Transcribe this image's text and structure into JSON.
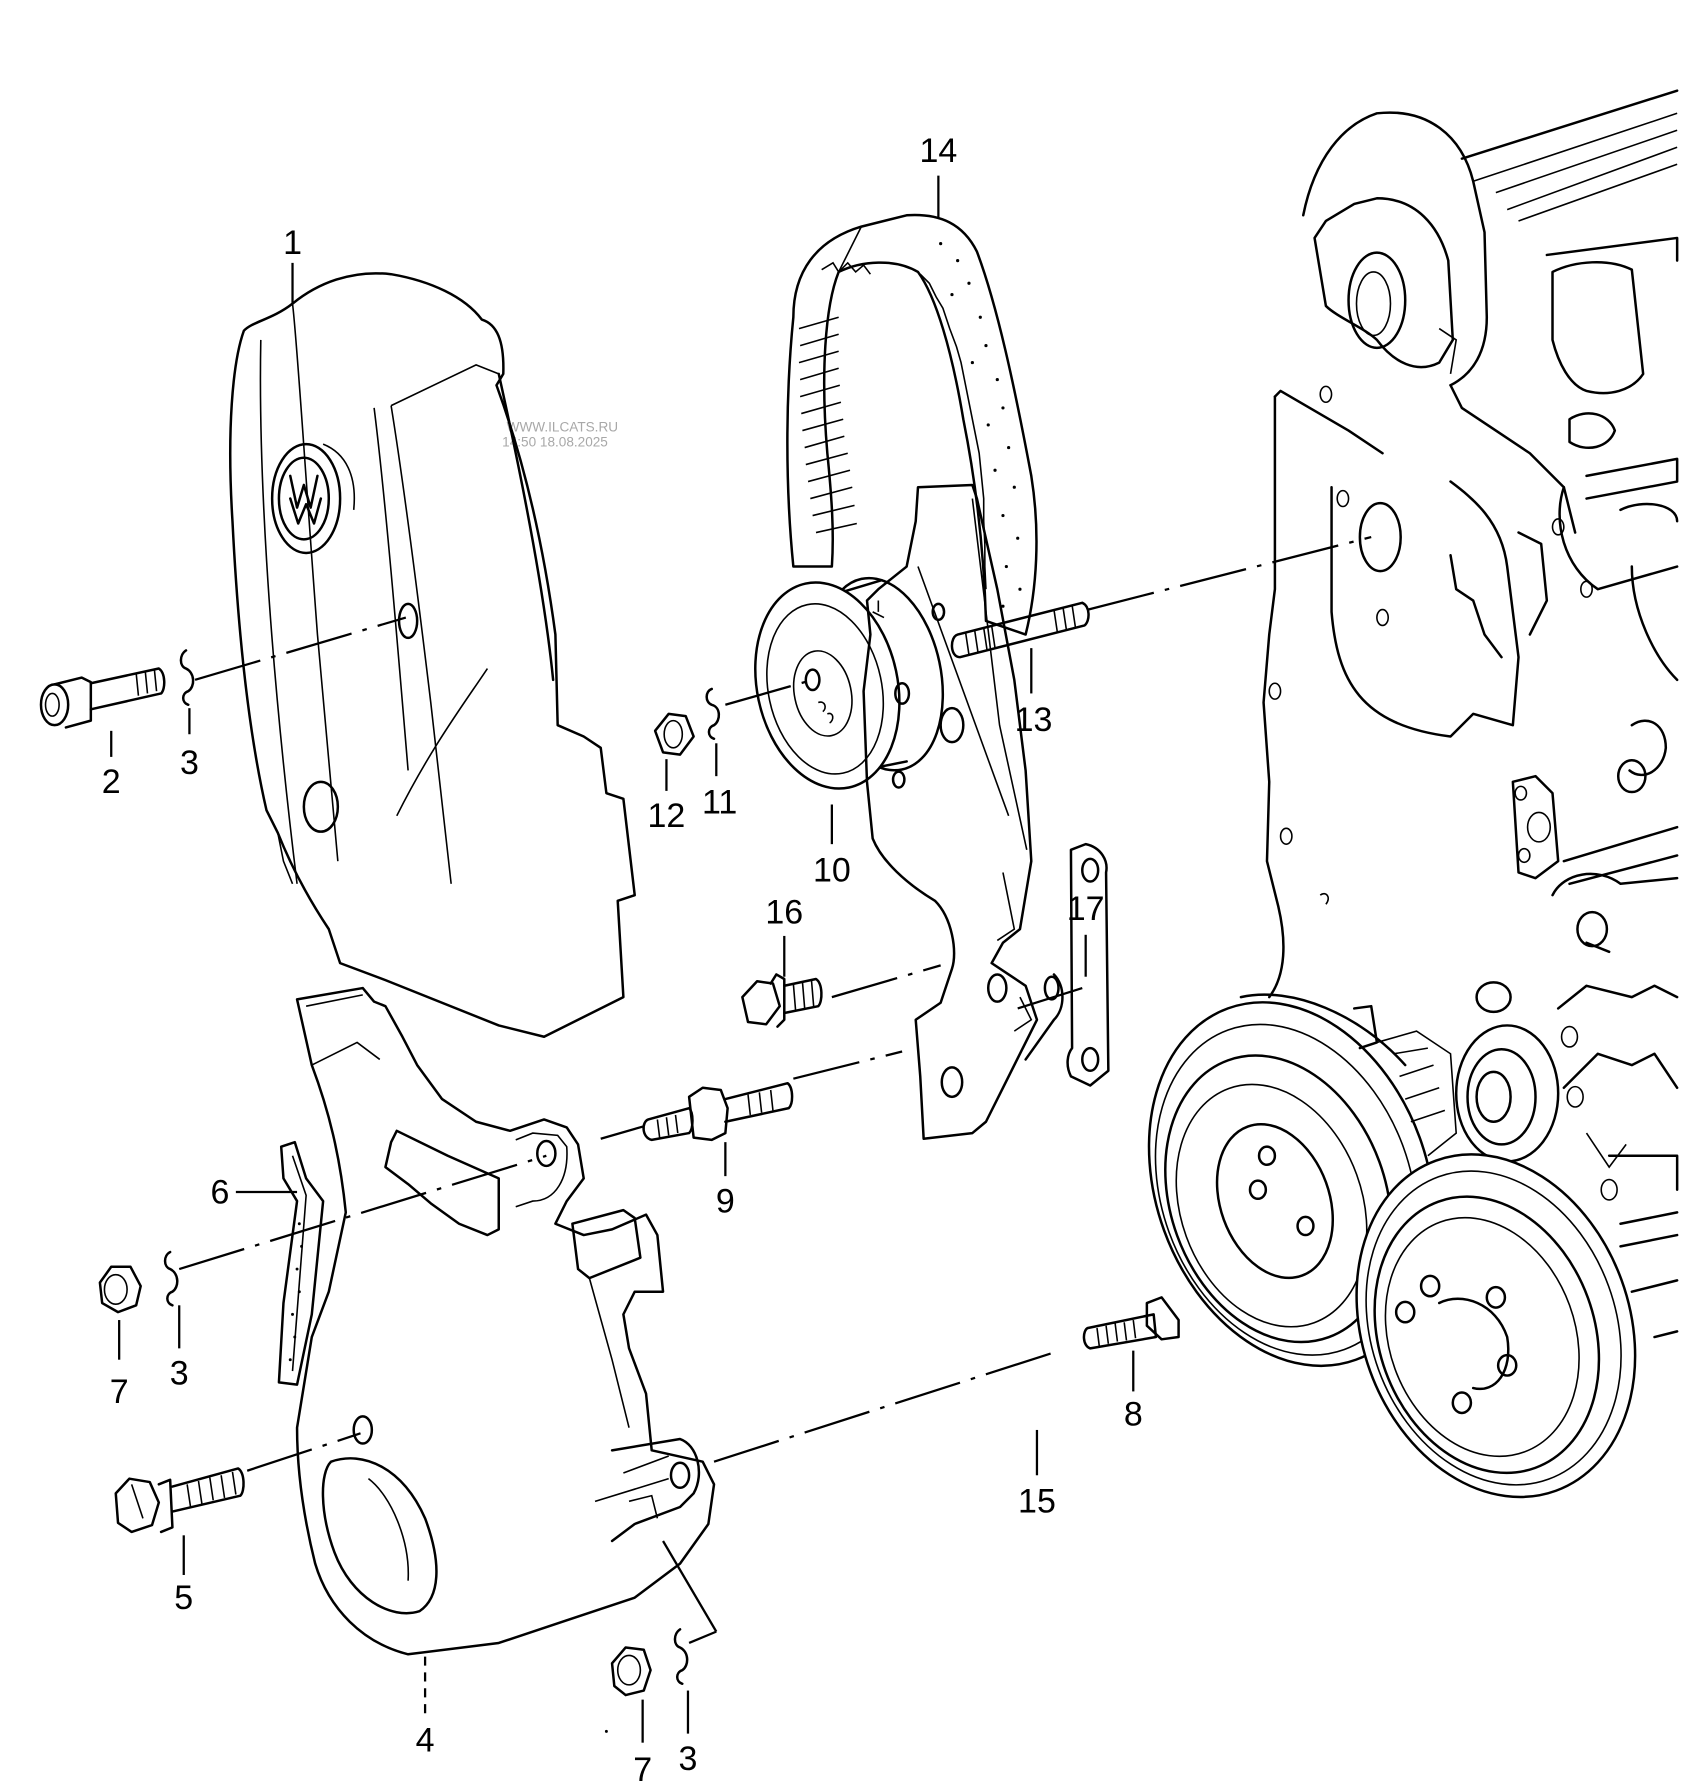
{
  "diagram": {
    "type": "exploded-parts-diagram",
    "subject": "Timing belt cover, timing belt, tensioner and mounting parts",
    "watermark": {
      "line1": "WWW.ILCATS.RU",
      "line2": "14:50 18.08.2025"
    },
    "callouts": [
      {
        "id": "c1",
        "number": "1",
        "part": "upper-timing-belt-cover"
      },
      {
        "id": "c2",
        "number": "2",
        "part": "socket-head-bolt"
      },
      {
        "id": "c3a",
        "number": "3",
        "part": "spring-washer"
      },
      {
        "id": "c3b",
        "number": "3",
        "part": "spring-washer"
      },
      {
        "id": "c3c",
        "number": "3",
        "part": "spring-washer"
      },
      {
        "id": "c4",
        "number": "4",
        "part": "lower-timing-belt-cover"
      },
      {
        "id": "c5",
        "number": "5",
        "part": "hex-bolt"
      },
      {
        "id": "c6",
        "number": "6",
        "part": "seal-strip"
      },
      {
        "id": "c7a",
        "number": "7",
        "part": "hex-nut"
      },
      {
        "id": "c7b",
        "number": "7",
        "part": "hex-nut"
      },
      {
        "id": "c8",
        "number": "8",
        "part": "t-head-bolt"
      },
      {
        "id": "c9",
        "number": "9",
        "part": "stud-with-hex-collar"
      },
      {
        "id": "c10",
        "number": "10",
        "part": "tensioner-pulley"
      },
      {
        "id": "c11",
        "number": "11",
        "part": "spring-washer"
      },
      {
        "id": "c12",
        "number": "12",
        "part": "hex-nut"
      },
      {
        "id": "c13",
        "number": "13",
        "part": "stud"
      },
      {
        "id": "c14",
        "number": "14",
        "part": "toothed-timing-belt"
      },
      {
        "id": "c15",
        "number": "15",
        "part": "rear-cover-plate"
      },
      {
        "id": "c16",
        "number": "16",
        "part": "hex-flange-bolt"
      },
      {
        "id": "c17",
        "number": "17",
        "part": "bracket"
      }
    ]
  }
}
